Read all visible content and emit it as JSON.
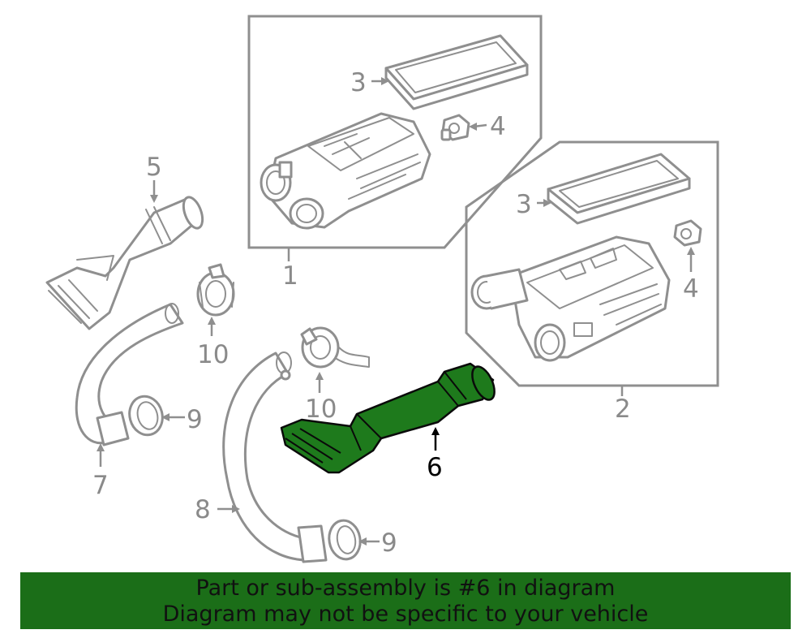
{
  "diagram": {
    "callouts": [
      {
        "id": "c1",
        "label": "1"
      },
      {
        "id": "c2",
        "label": "2"
      },
      {
        "id": "c3a",
        "label": "3"
      },
      {
        "id": "c3b",
        "label": "3"
      },
      {
        "id": "c4a",
        "label": "4"
      },
      {
        "id": "c4b",
        "label": "4"
      },
      {
        "id": "c5",
        "label": "5"
      },
      {
        "id": "c6",
        "label": "6"
      },
      {
        "id": "c7",
        "label": "7"
      },
      {
        "id": "c8",
        "label": "8"
      },
      {
        "id": "c9a",
        "label": "9"
      },
      {
        "id": "c9b",
        "label": "9"
      },
      {
        "id": "c10a",
        "label": "10"
      },
      {
        "id": "c10b",
        "label": "10"
      }
    ],
    "highlighted_part": "6",
    "highlight_color": "#1e7a1c"
  },
  "banner": {
    "line1": "Part or sub-assembly is #6 in diagram",
    "line2": "Diagram may not be specific to your vehicle",
    "color": "#1b6e18"
  }
}
